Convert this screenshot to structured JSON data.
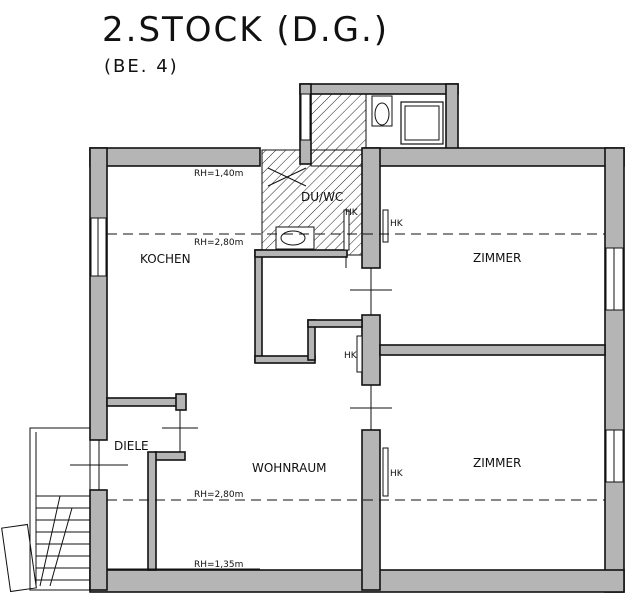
{
  "plan": {
    "title": "2.STOCK (D.G.)",
    "subtitle": "(BE. 4)"
  },
  "rooms": {
    "kitchen": "KOCHEN",
    "bath": "DU/WC",
    "room_1": "ZIMMER",
    "room_2": "ZIMMER",
    "living": "WOHNRAUM",
    "hall": "DIELE"
  },
  "annotations": {
    "rh_kitchen_low": "RH=1,40m",
    "rh_kitchen_high": "RH=2,80m",
    "rh_living_high": "RH=2,80m",
    "rh_living_low": "RH=1,35m",
    "hk_bath": "HK",
    "hk_room_1": "HK",
    "hk_hall": "HK",
    "hk_living": "HK"
  }
}
